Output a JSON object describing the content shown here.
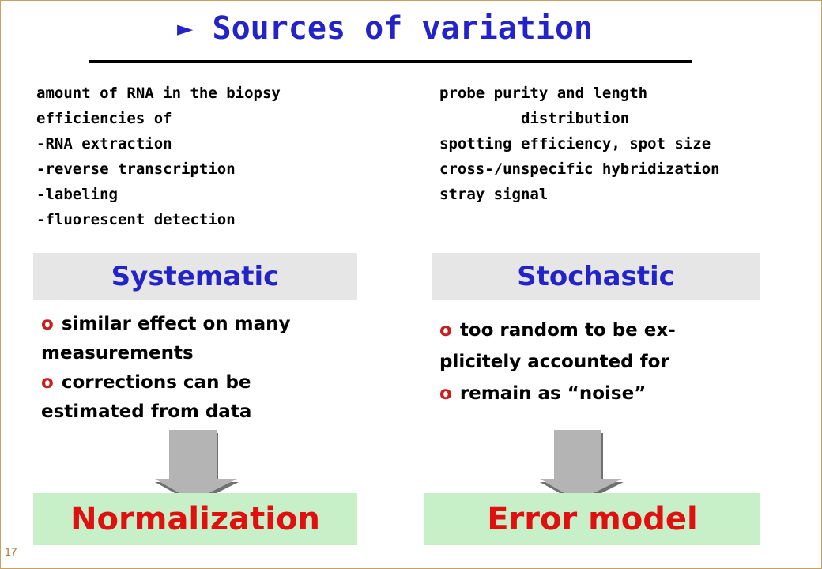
{
  "slide": {
    "title": "Sources of variation",
    "page_number": "17"
  },
  "causes": {
    "left": [
      "amount of RNA in the biopsy",
      "efficiencies of",
      "-RNA extraction",
      "-reverse transcription",
      "-labeling",
      "-fluorescent detection"
    ],
    "right": [
      "probe purity and length",
      "         distribution",
      "spotting efficiency, spot size",
      "cross-/unspecific hybridization",
      "stray signal"
    ]
  },
  "systematic": {
    "heading": "Systematic",
    "bullet_mark": "o",
    "bullets": [
      "similar effect on many",
      "measurements",
      "corrections can be",
      "estimated from data"
    ]
  },
  "stochastic": {
    "heading": "Stochastic",
    "bullet_mark": "o",
    "bullets": [
      "too random to be ex-",
      "plicitely accounted for",
      "remain as “noise”"
    ]
  },
  "outcomes": {
    "left": "Normalization",
    "right": "Error model"
  },
  "colors": {
    "title": "#2323c8",
    "heading": "#2323c8",
    "bullet": "#c81e1e",
    "outcome_text": "#e01010",
    "outcome_bg": "#c8f0c8",
    "heading_bg": "#e6e6e6"
  }
}
